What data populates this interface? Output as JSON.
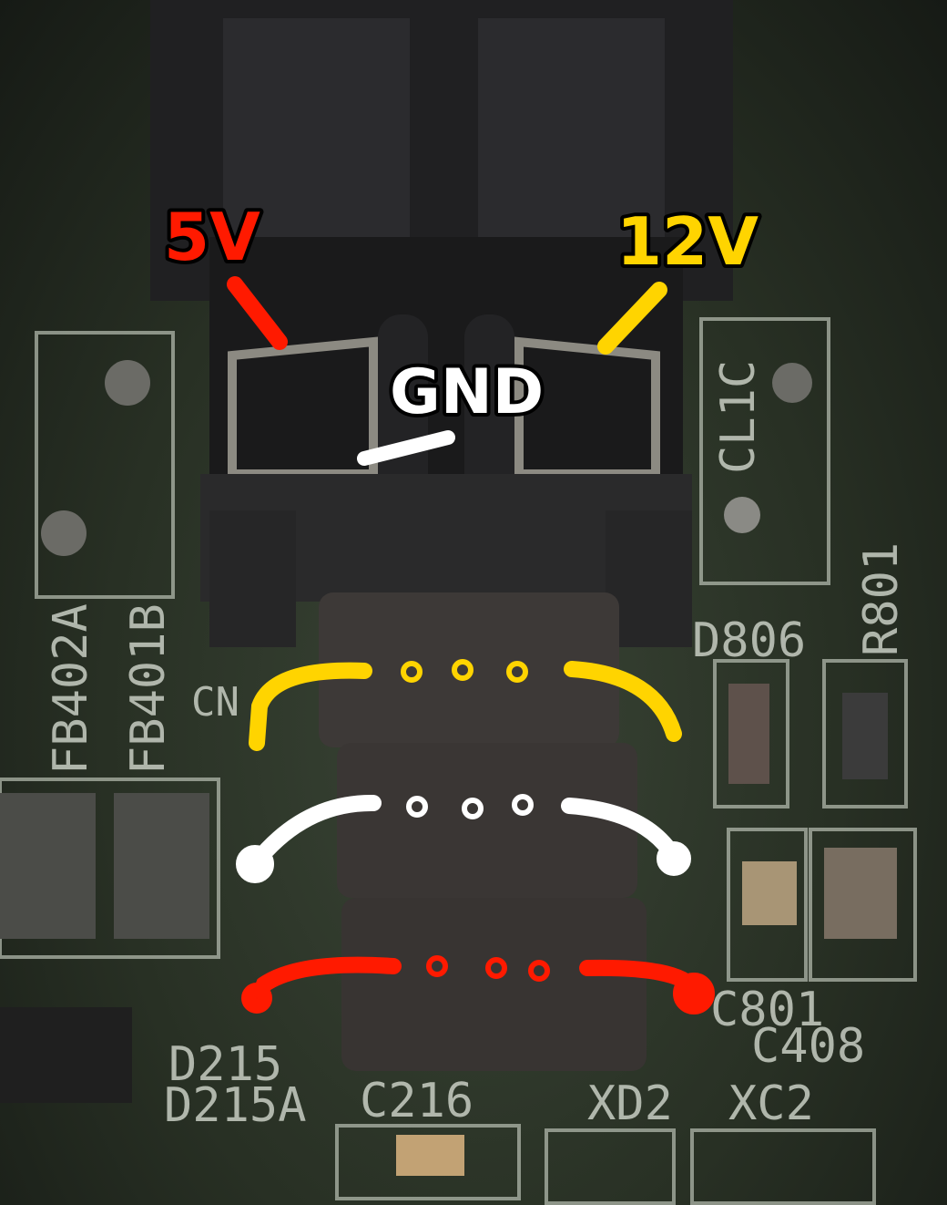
{
  "annotations": {
    "label_5v": "5V",
    "label_12v": "12V",
    "label_gnd": "GND"
  },
  "silkscreen": {
    "cl1c": "CL1C",
    "r801": "R801",
    "d806": "D806",
    "c801": "C801",
    "c408": "C408",
    "d215": "D215",
    "d215a": "D215A",
    "c216": "C216",
    "xd2": "XD2",
    "xc2": "XC2",
    "fb402a": "FB402A",
    "fb401b": "FB401B",
    "cn": "CN"
  },
  "colors": {
    "line_5v": "#ff1a00",
    "line_12v": "#ffd400",
    "line_gnd": "#ffffff",
    "pcb": "#2f3a2c",
    "connector": "#1e1e1f",
    "ferrite": "#3a3634"
  }
}
